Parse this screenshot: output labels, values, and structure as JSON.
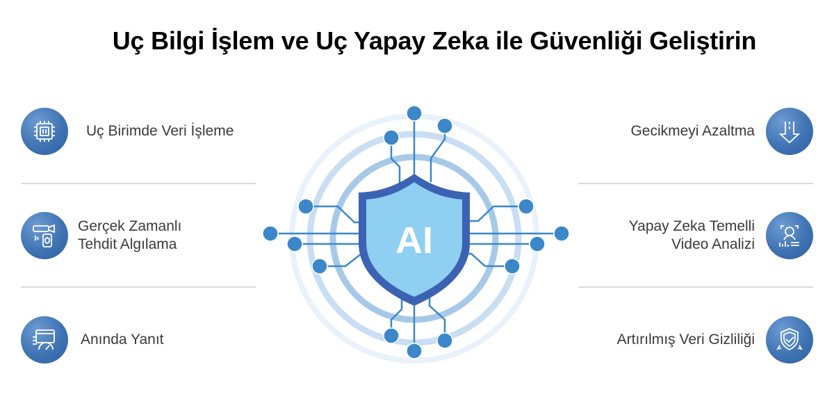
{
  "title": "Uç Bilgi İşlem ve Uç Yapay Zeka ile Güvenliği Geliştirin",
  "left_features": [
    {
      "label": "Uç Birimde Veri İşleme",
      "icon": "chip-icon"
    },
    {
      "label_line1": "Gerçek Zamanlı",
      "label_line2": "Tehdit Algılama",
      "icon": "camera-phone-icon"
    },
    {
      "label": "Anında Yanıt",
      "icon": "speedometer-icon"
    }
  ],
  "right_features": [
    {
      "label": "Gecikmeyi Azaltma",
      "icon": "down-arrow-icon"
    },
    {
      "label_line1": "Yapay Zeka Temelli",
      "label_line2": "Video Analizi",
      "icon": "face-scan-icon"
    },
    {
      "label": "Artırılmış Veri Gizliliği",
      "icon": "shield-check-icon"
    }
  ],
  "center": {
    "shield_text": "AI",
    "icon": "ai-shield-icon"
  },
  "colors": {
    "badge": "#3f73b3",
    "shield_fill": "#8fcff2",
    "shield_border": "#3c62b3",
    "circuit": "#3b87c9",
    "ring": "#a9cdea"
  }
}
